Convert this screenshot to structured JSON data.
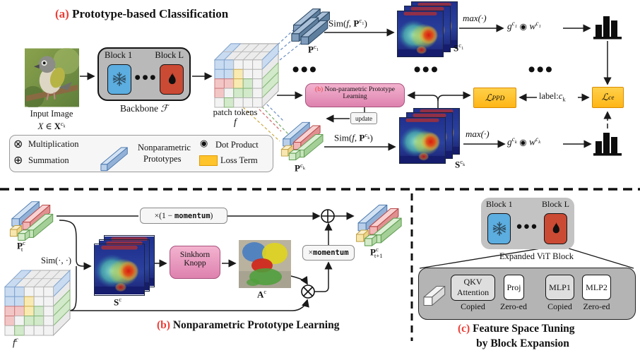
{
  "colors": {
    "accent_red": "#ee3b33",
    "loss_yellow": "#ffc32b",
    "pink": "#e893b9",
    "blue_block": "#5cade0",
    "red_block": "#cb4a34",
    "proto_blue": "#b9cfe9",
    "gray_panel": "#b9b9b9"
  },
  "panel_a": {
    "title_tag": "(a)",
    "title_text": " Prototype-based Classification",
    "input_caption": "Input Image",
    "input_math": {
      "pre": "X ∈ ",
      "bold": "X",
      "c": "c",
      "i": "k"
    },
    "backbone": {
      "block_first": "Block 1",
      "block_last": "Block L",
      "caption": "Backbone ",
      "caption_f": "ℱ"
    },
    "patch_caption": "patch tokens",
    "patch_f": "f",
    "dots": "●●●",
    "p_c1": {
      "base": "P",
      "c": "c",
      "i": "1"
    },
    "p_ck": {
      "base": "P",
      "c": "c",
      "i": "k"
    },
    "sim_c1": {
      "fn": "Sim(",
      "f": "f",
      "sep": ", ",
      "p": "P",
      "c": "c",
      "i": "1",
      "close": ")"
    },
    "sim_ck": {
      "fn": "Sim(",
      "f": "f",
      "sep": ", ",
      "p": "P",
      "c": "c",
      "i": "k",
      "close": ")"
    },
    "s_c1": {
      "base": "S",
      "c": "c",
      "i": "1"
    },
    "s_ck": {
      "base": "S",
      "c": "c",
      "i": "k"
    },
    "max_label": "max(·)",
    "gw_c1": {
      "g": "g",
      "op": "◉",
      "w": "w",
      "c": "c",
      "i": "1"
    },
    "gw_ck": {
      "g": "g",
      "op": "◉",
      "w": "w",
      "c": "c",
      "i": "k"
    },
    "npl": {
      "tag": "(b)",
      "line1": " Non-parametric Prototype",
      "line2": "Learning"
    },
    "update": "update",
    "l_ppd": {
      "l": "ℒ",
      "sub": "PPD"
    },
    "l_ce": {
      "l": "ℒ",
      "sub": "ce"
    },
    "label_ck": {
      "pre": "label:",
      "base": "c",
      "sub": "k"
    }
  },
  "legend": {
    "mult_icon": "⊗",
    "mult": "Multiplication",
    "sum_icon": "⊕",
    "sum": "Summation",
    "proto1": "Nonparametric",
    "proto2": "Prototypes",
    "dot_icon": "◉",
    "dot": "Dot Product",
    "loss": "Loss Term"
  },
  "panel_b": {
    "title_tag": "(b)",
    "title_text": " Nonparametric Prototype Learning",
    "p_t": {
      "base": "P",
      "sup": "c",
      "sub": "t"
    },
    "p_t1": {
      "base": "P",
      "sup": "c",
      "sub": "t+1"
    },
    "sim": "Sim(·, ·)",
    "f_c": {
      "base": "f",
      "sup": "c"
    },
    "s_c": {
      "base": "S",
      "sup": "c"
    },
    "a_c": {
      "base": "A",
      "sup": "c"
    },
    "one_minus": {
      "pre": "×(1 − ",
      "mono": "momentum",
      "post": ")"
    },
    "times_m": {
      "pre": "×",
      "mono": "momentum"
    },
    "sinkhorn1": "Sinkhorn",
    "sinkhorn2": "Knopp"
  },
  "panel_c": {
    "title_tag": "(c)",
    "title_line1": " Feature Space Tuning",
    "title_line2": "by Block Expansion",
    "block_first": "Block 1",
    "block_last": "Block L",
    "dots": "●●●",
    "expanded": "Expanded ViT Block",
    "qkv1": "QKV",
    "qkv2": "Attention",
    "proj": "Proj",
    "mlp1": "MLP1",
    "mlp2": "MLP2",
    "copied": "Copied",
    "zeroed": "Zero-ed"
  }
}
